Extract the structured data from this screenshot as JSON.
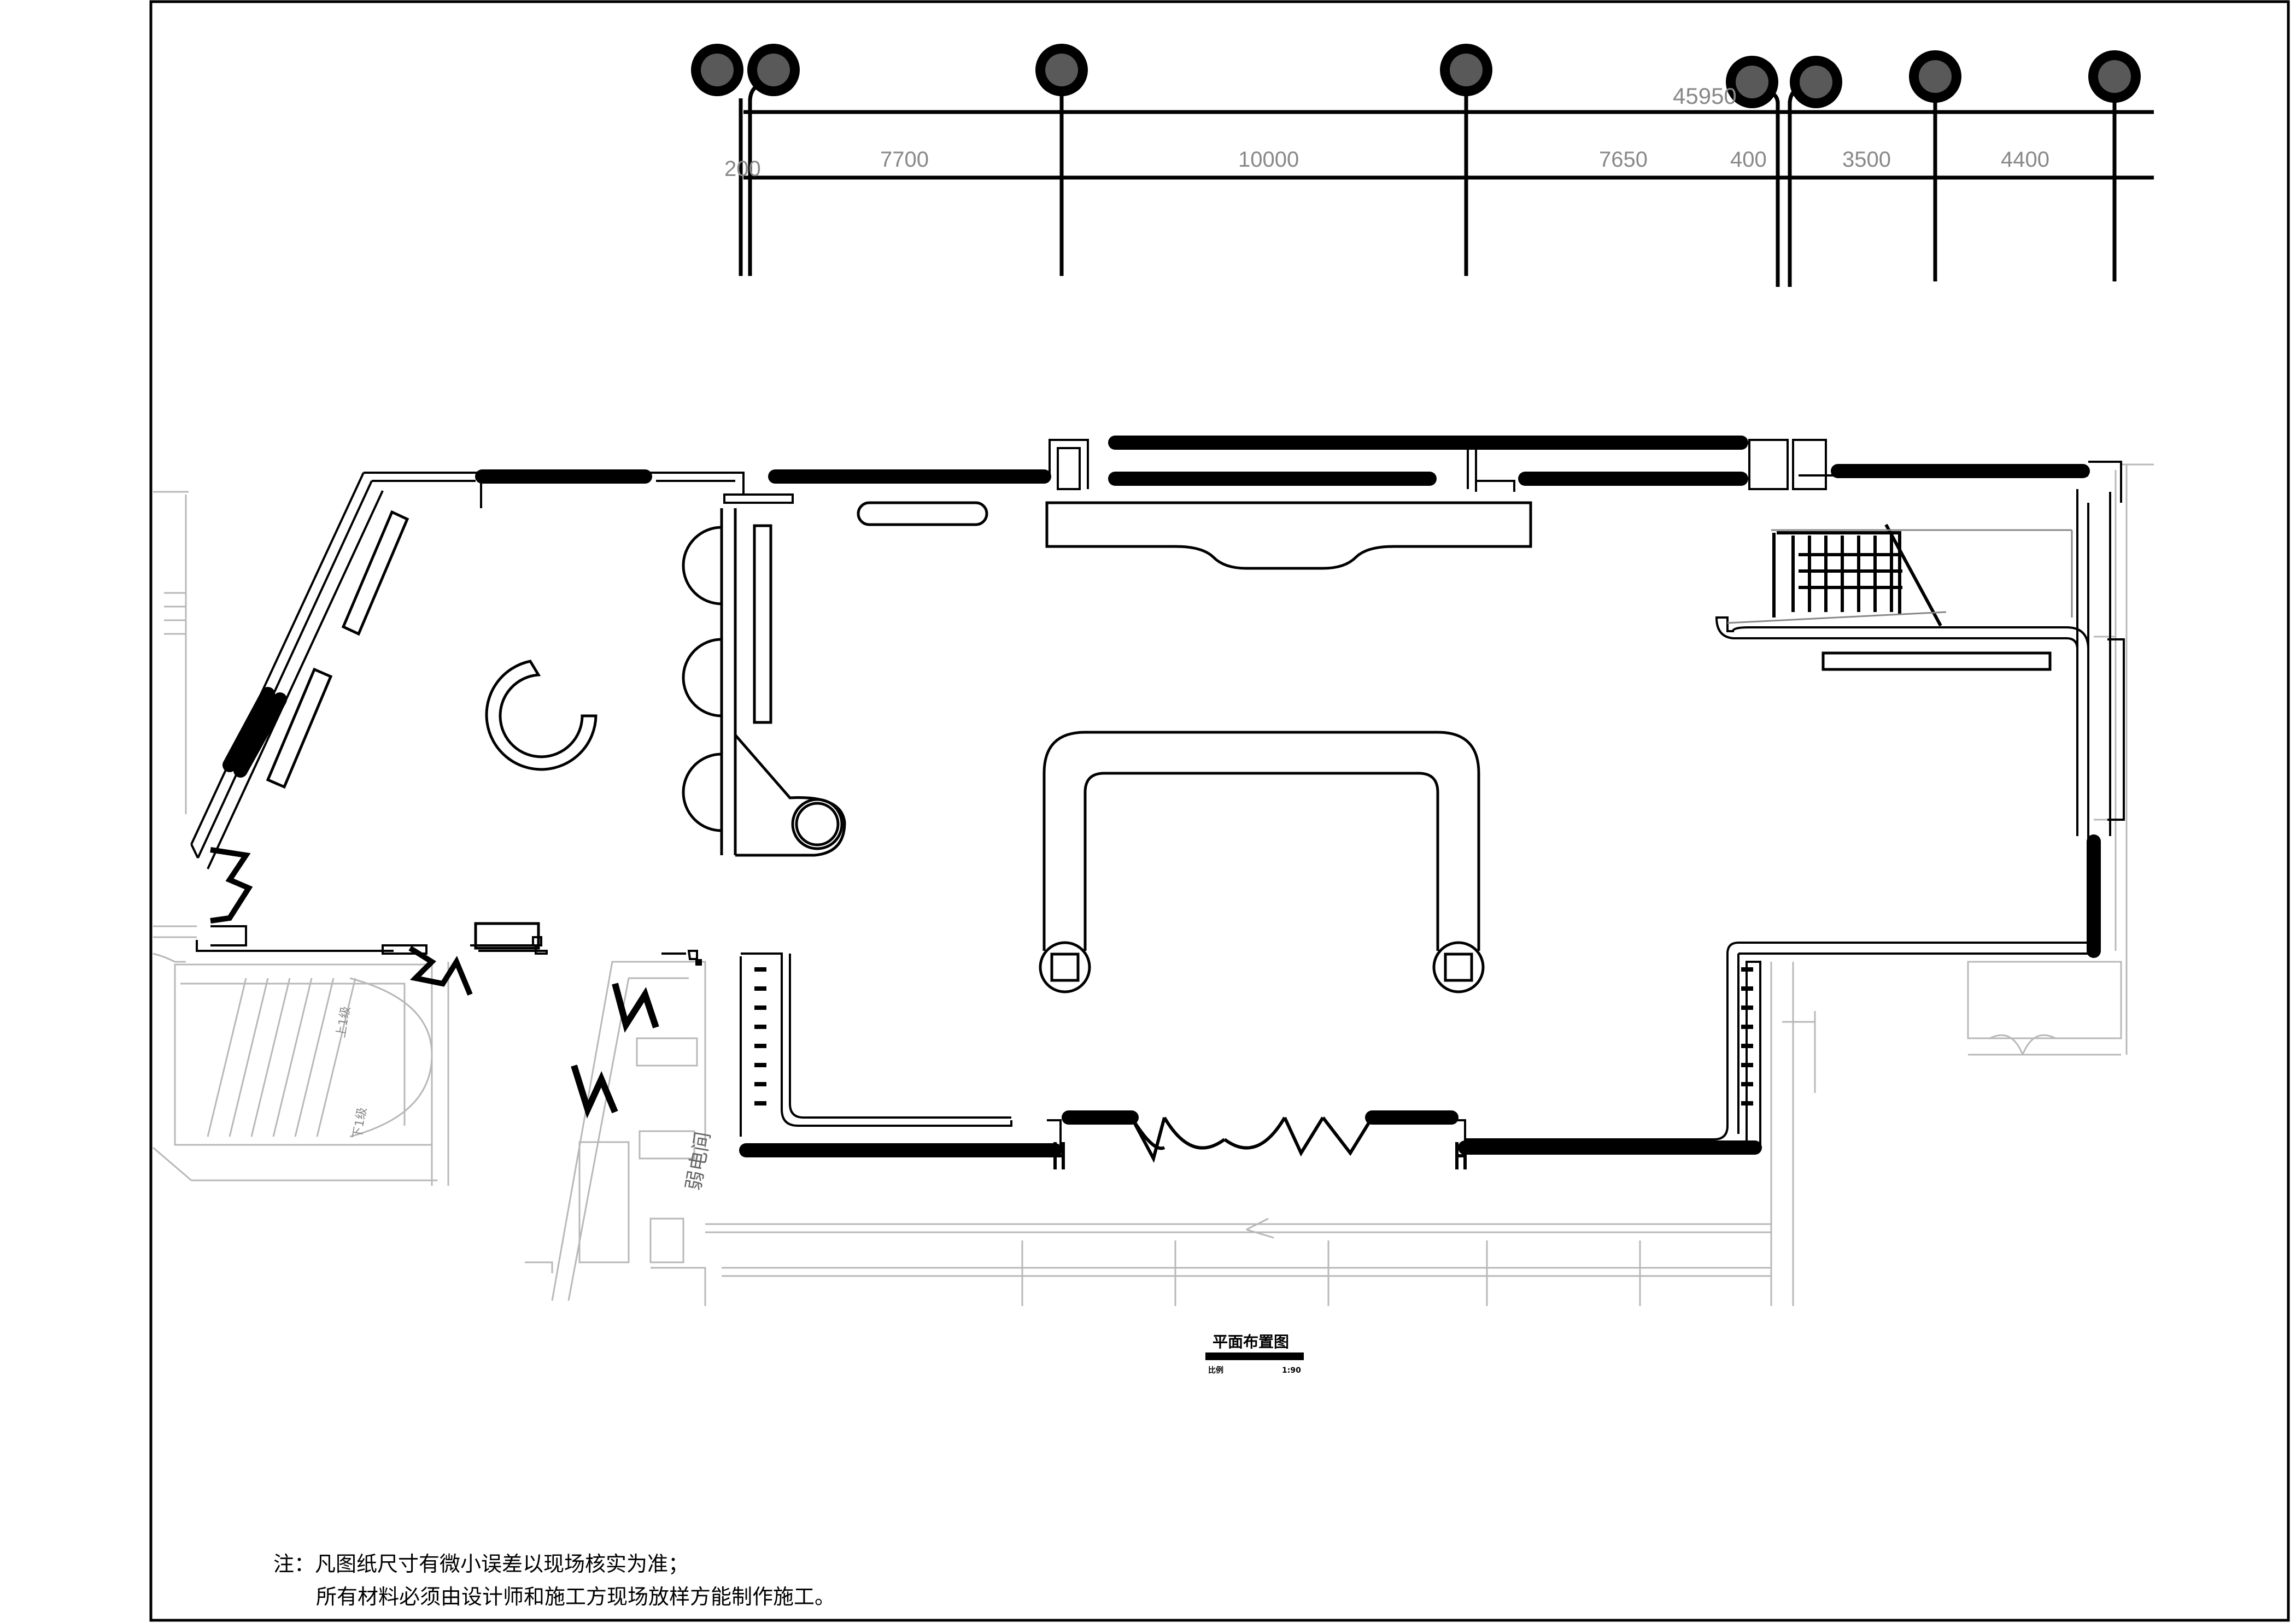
{
  "dimensions": {
    "total": "45950",
    "segments": [
      "200",
      "7700",
      "10000",
      "7650",
      "400",
      "3500",
      "4400"
    ]
  },
  "labels": {
    "room": "弱电间",
    "stair_up": "上1级",
    "stair_down": "下1级"
  },
  "title_block": {
    "title": "平面布置图",
    "scale_left": "比例",
    "scale_right": "1:90"
  },
  "notes": {
    "line1": "注：凡图纸尺寸有微小误差以现场核实为准；",
    "line2": "所有材料必须由设计师和施工方现场放样方能制作施工。"
  },
  "colors": {
    "line": "#000000",
    "light_line": "#b0b0b0",
    "dim_text": "#888888"
  }
}
